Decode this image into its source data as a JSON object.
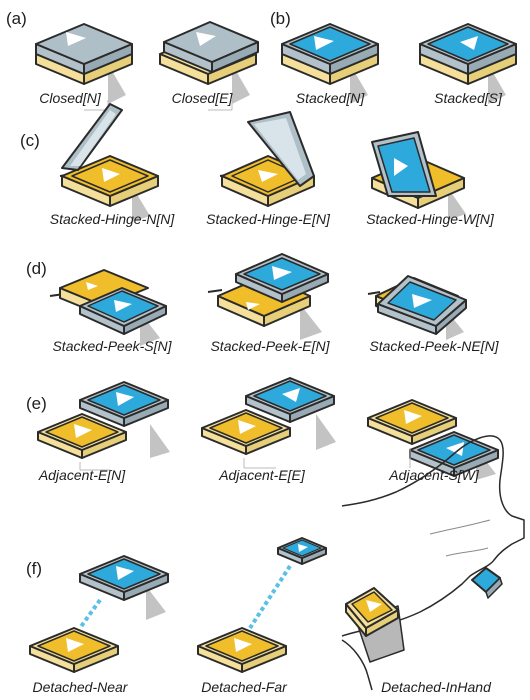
{
  "colors": {
    "yellow": "#efbe2a",
    "yellow_base": "#f4e09a",
    "blue": "#2ea9dc",
    "blue_side": "#b3c2ca",
    "glass": "#aebfc7",
    "glass_light": "#d8e4ea",
    "shadow": "#c3c3c3",
    "outline": "#2b2b2b",
    "dashed_link": "#5ac0e6"
  },
  "sections": [
    {
      "id": "a",
      "label": "(a)",
      "configs": [
        "Closed[N]",
        "Closed[E]"
      ]
    },
    {
      "id": "b",
      "label": "(b)",
      "configs": [
        "Stacked[N]",
        "Stacked[S]"
      ]
    },
    {
      "id": "c",
      "label": "(c)",
      "configs": [
        "Stacked-Hinge-N[N]",
        "Stacked-Hinge-E[N]",
        "Stacked-Hinge-W[N]"
      ]
    },
    {
      "id": "d",
      "label": "(d)",
      "configs": [
        "Stacked-Peek-S[N]",
        "Stacked-Peek-E[N]",
        "Stacked-Peek-NE[N]"
      ]
    },
    {
      "id": "e",
      "label": "(e)",
      "configs": [
        "Adjacent-E[N]",
        "Adjacent-E[E]",
        "Adjacent-S[W]"
      ]
    },
    {
      "id": "f",
      "label": "(f)",
      "configs": [
        "Detached-Near",
        "Detached-Far",
        "Detached-InHand"
      ]
    }
  ]
}
